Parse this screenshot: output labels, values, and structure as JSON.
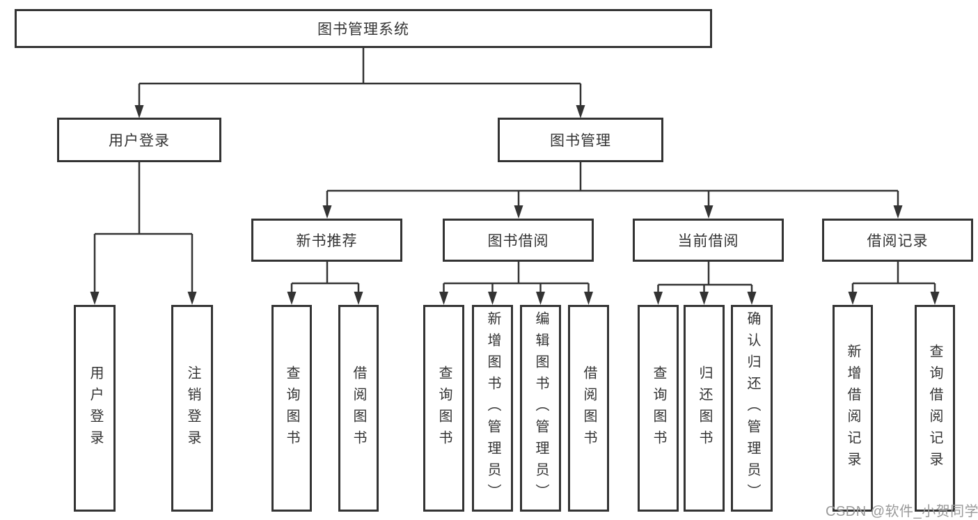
{
  "diagram": {
    "title": "图书管理系统",
    "branches": {
      "user_login": {
        "label": "用户登录",
        "children": [
          {
            "label": "用户登录"
          },
          {
            "label": "注销登录"
          }
        ]
      },
      "book_mgmt": {
        "label": "图书管理",
        "children": [
          {
            "label": "新书推荐",
            "children": [
              {
                "label": "查询图书"
              },
              {
                "label": "借阅图书"
              }
            ]
          },
          {
            "label": "图书借阅",
            "children": [
              {
                "label": "查询图书"
              },
              {
                "label": "新增图书（管理员）"
              },
              {
                "label": "编辑图书（管理员）"
              },
              {
                "label": "借阅图书"
              }
            ]
          },
          {
            "label": "当前借阅",
            "children": [
              {
                "label": "查询图书"
              },
              {
                "label": "归还图书"
              },
              {
                "label": "确认归还（管理员）"
              }
            ]
          },
          {
            "label": "借阅记录",
            "children": [
              {
                "label": "新增借阅记录"
              },
              {
                "label": "查询借阅记录"
              }
            ]
          }
        ]
      }
    },
    "watermark": "CSDN @软件_小贺同学",
    "colors": {
      "line": "#333333",
      "text": "#333333",
      "box_background": "#ffffff",
      "watermark": "#9a9a9a",
      "background": "#ffffff"
    }
  }
}
